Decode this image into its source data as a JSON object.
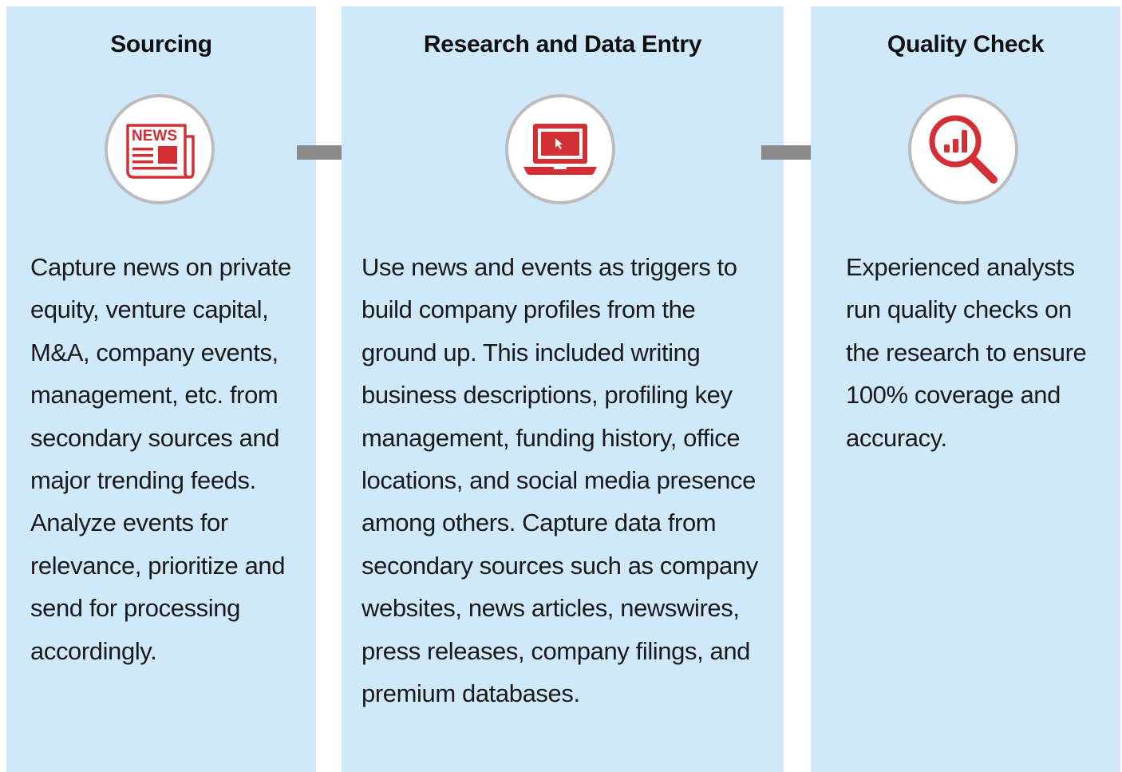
{
  "steps": [
    {
      "title": "Sourcing",
      "icon": "newspaper-icon",
      "icon_label": "NEWS",
      "body": "Capture news on private equity, venture capital, M&A, company events, management, etc. from secondary sources and major trending feeds. Analyze events for relevance, prioritize and send for processing accordingly."
    },
    {
      "title": "Research and Data Entry",
      "icon": "laptop-icon",
      "body": "Use news and events as triggers to build company profiles from the ground up. This included writing business descriptions, profiling key management, funding history, office locations, and social media presence among others. Capture data from secondary sources such as company websites, news articles, newswires, press releases, company filings, and premium databases."
    },
    {
      "title": "Quality Check",
      "icon": "magnifier-chart-icon",
      "body": "Experienced analysts run quality checks on the research to ensure 100% coverage and accuracy."
    }
  ],
  "colors": {
    "panel_bg": "#cfe9fa",
    "icon_red": "#d32f35",
    "circle_border": "#bcbcbc",
    "arrow_gray": "#8a8a8a"
  }
}
